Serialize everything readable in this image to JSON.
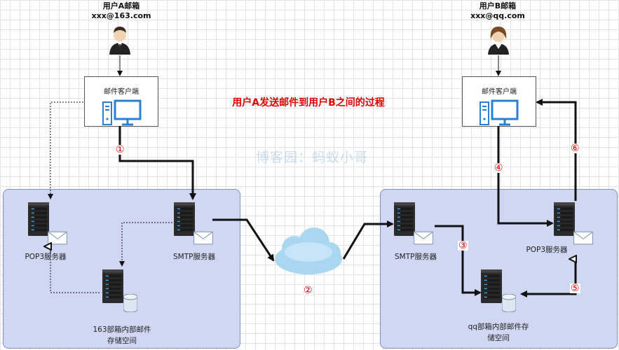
{
  "title": "用户A发送邮件到用户B之间的过程",
  "watermark": "博客园：蚂蚁小哥",
  "user_a": {
    "label": "用户A邮箱",
    "email": "xxx@163.com"
  },
  "user_b": {
    "label": "用户B邮箱",
    "email": "xxx@qq.com"
  },
  "client_a": {
    "label": "邮件客户端"
  },
  "client_b": {
    "label": "邮件客户端"
  },
  "left_panel": {
    "pop3": "POP3服务器",
    "smtp": "SMTP服务器",
    "storage_line1": "163部箱内部邮件",
    "storage_line2": "存储空间"
  },
  "right_panel": {
    "smtp": "SMTP服务器",
    "pop3": "POP3服务器",
    "storage_line1": "qq部箱内部邮件存",
    "storage_line2": "储空间"
  },
  "steps": {
    "s1": "①",
    "s2": "②",
    "s3": "③",
    "s4": "④",
    "s5": "⑤",
    "s6": "⑥"
  },
  "colors": {
    "title": "#e00000",
    "panel": "#cfd7f2",
    "server": "#2b2b2b",
    "arrow": "#111111",
    "cloud": "#a9d6f1"
  }
}
